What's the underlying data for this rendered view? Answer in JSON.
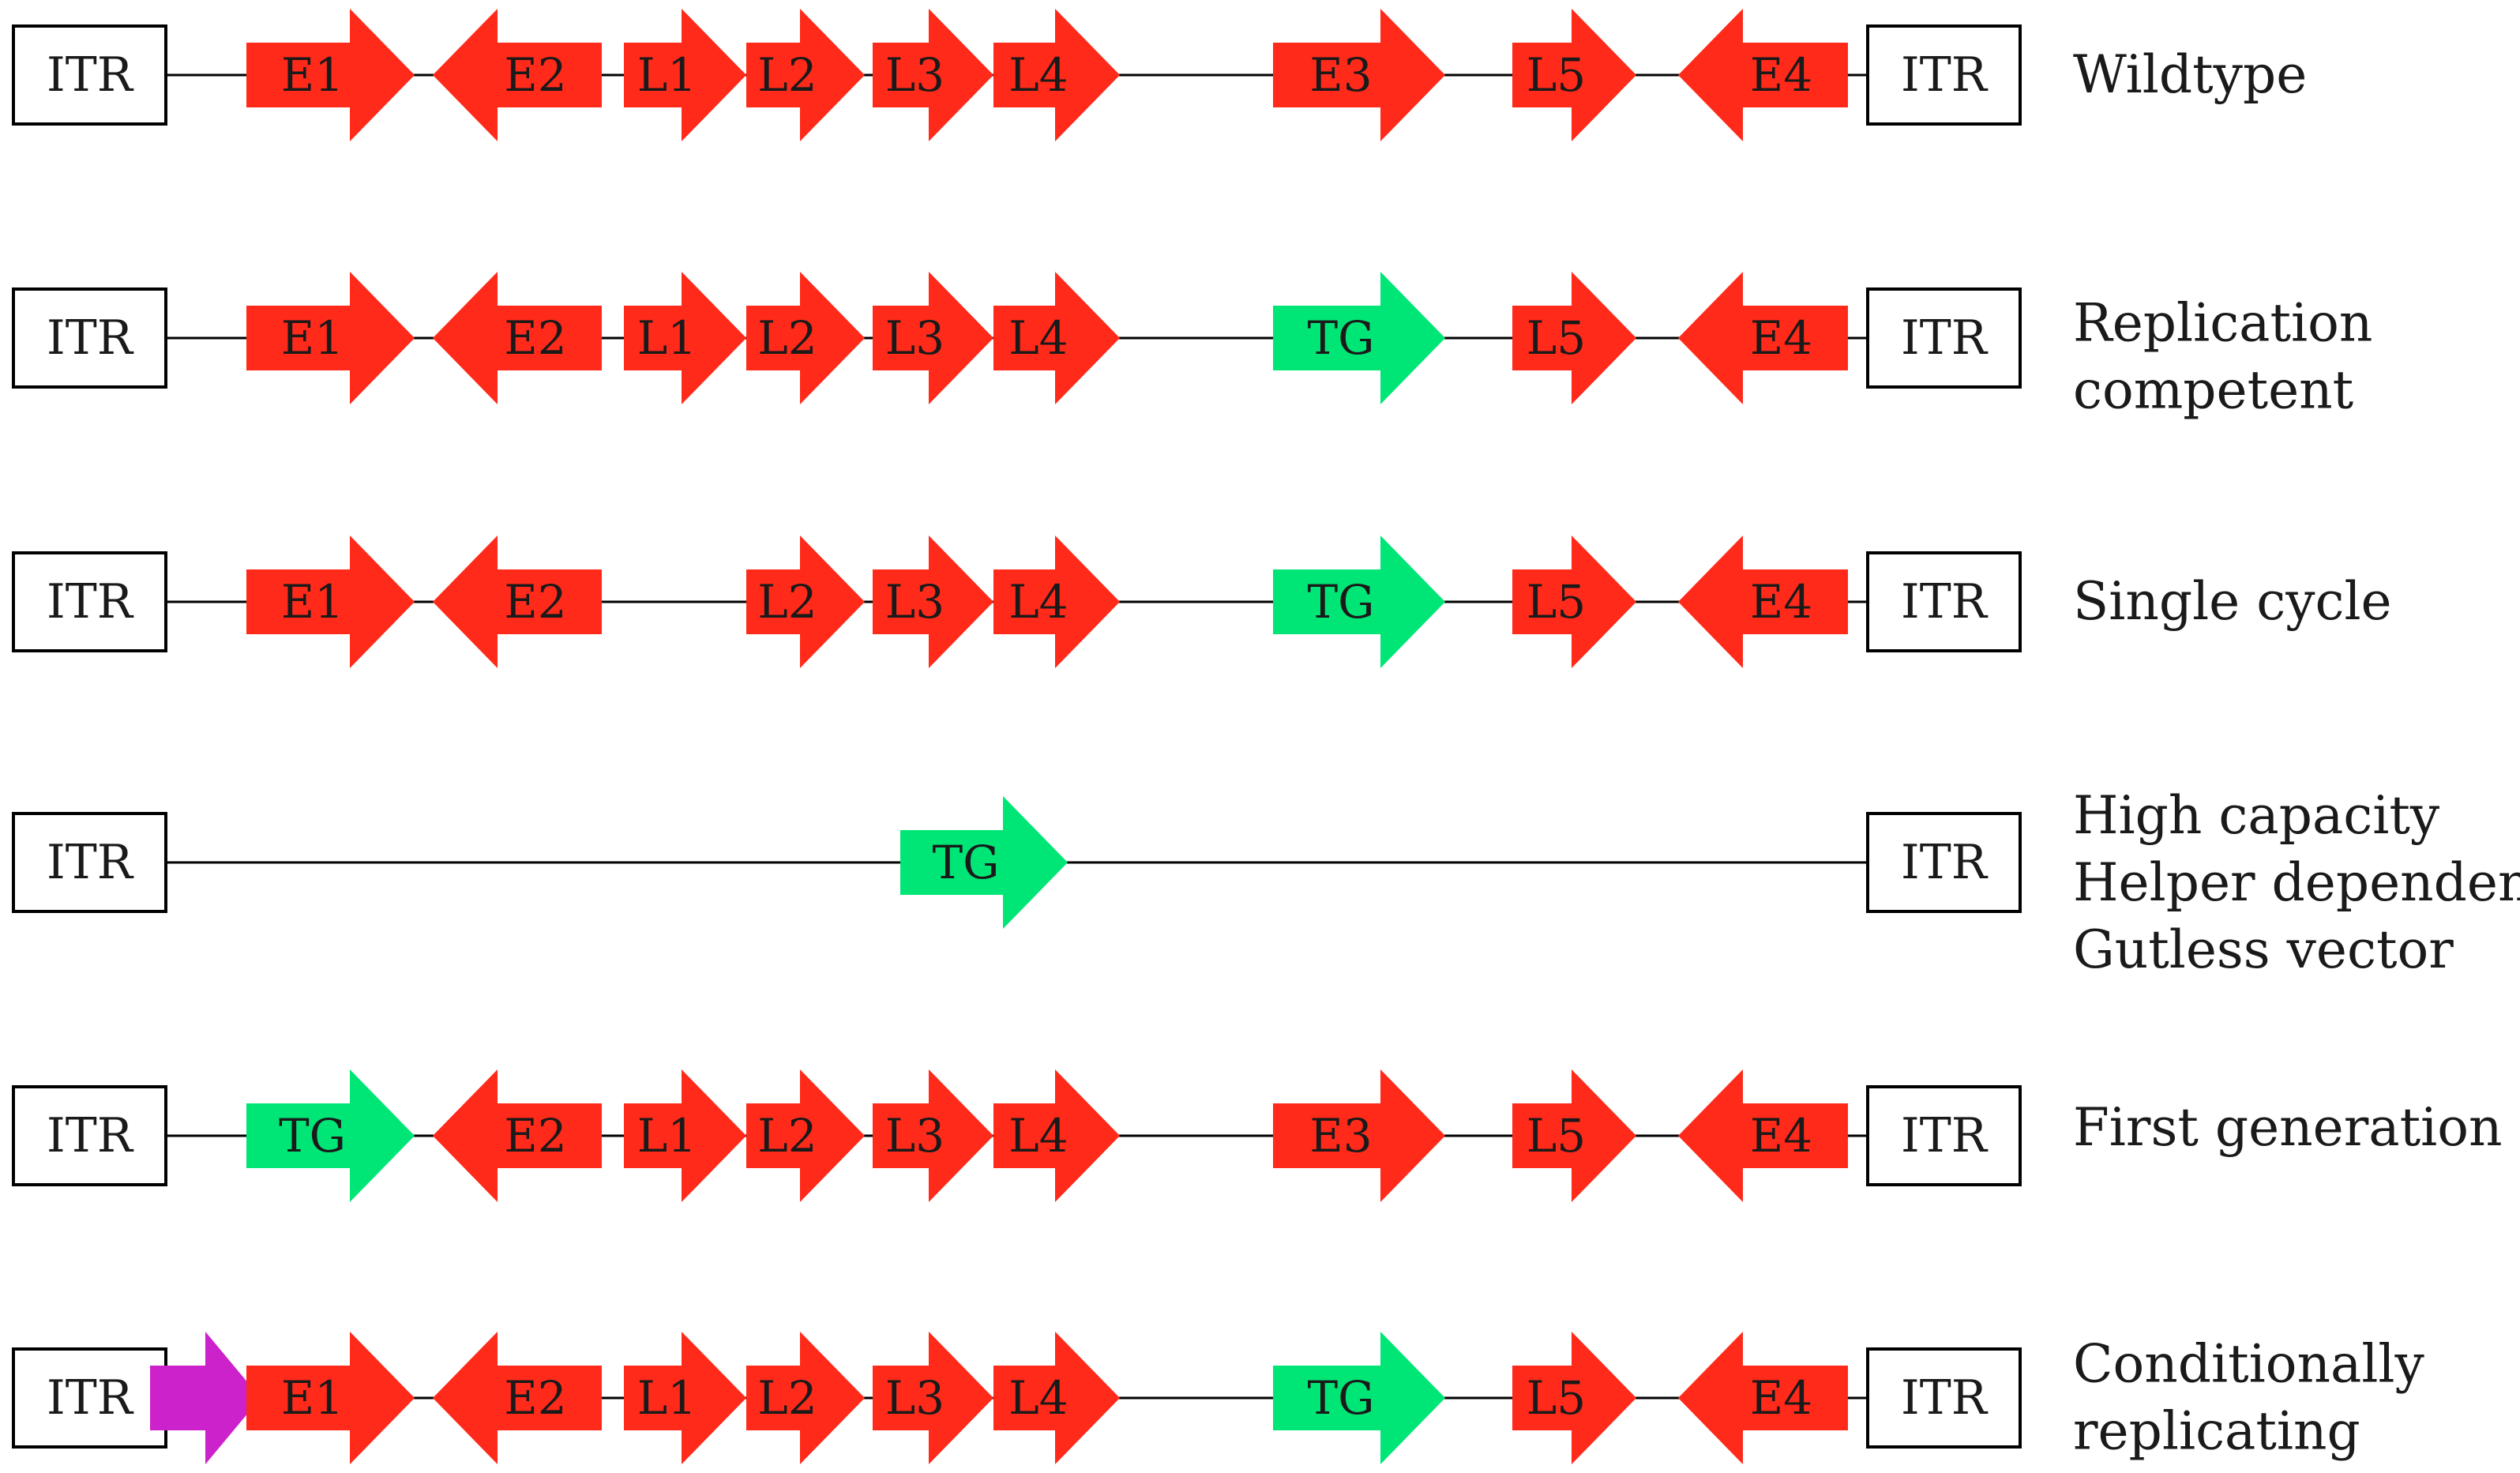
{
  "colors": {
    "essential_gene": "#ff2a1a",
    "transgene": "#00e676",
    "promoter": "#cc22cc",
    "line": "#000000",
    "box_border": "#000000"
  },
  "terminal_label": "ITR",
  "rows": [
    {
      "label_lines": [
        "Wildtype"
      ],
      "elements": [
        {
          "kind": "itr",
          "text": "ITR"
        },
        {
          "kind": "gene",
          "text": "E1",
          "dir": "right",
          "color": "red",
          "slot": "E1"
        },
        {
          "kind": "gene",
          "text": "E2",
          "dir": "left",
          "color": "red",
          "slot": "E2"
        },
        {
          "kind": "gene",
          "text": "L1",
          "dir": "right",
          "color": "red",
          "slot": "L1"
        },
        {
          "kind": "gene",
          "text": "L2",
          "dir": "right",
          "color": "red",
          "slot": "L2"
        },
        {
          "kind": "gene",
          "text": "L3",
          "dir": "right",
          "color": "red",
          "slot": "L3"
        },
        {
          "kind": "gene",
          "text": "L4",
          "dir": "right",
          "color": "red",
          "slot": "L4"
        },
        {
          "kind": "gene",
          "text": "E3",
          "dir": "right",
          "color": "red",
          "slot": "E3"
        },
        {
          "kind": "gene",
          "text": "L5",
          "dir": "right",
          "color": "red",
          "slot": "L5"
        },
        {
          "kind": "gene",
          "text": "E4",
          "dir": "left",
          "color": "red",
          "slot": "E4"
        },
        {
          "kind": "itr",
          "text": "ITR"
        }
      ]
    },
    {
      "label_lines": [
        "Replication",
        "competent"
      ],
      "elements": [
        {
          "kind": "itr",
          "text": "ITR"
        },
        {
          "kind": "gene",
          "text": "E1",
          "dir": "right",
          "color": "red",
          "slot": "E1"
        },
        {
          "kind": "gene",
          "text": "E2",
          "dir": "left",
          "color": "red",
          "slot": "E2"
        },
        {
          "kind": "gene",
          "text": "L1",
          "dir": "right",
          "color": "red",
          "slot": "L1"
        },
        {
          "kind": "gene",
          "text": "L2",
          "dir": "right",
          "color": "red",
          "slot": "L2"
        },
        {
          "kind": "gene",
          "text": "L3",
          "dir": "right",
          "color": "red",
          "slot": "L3"
        },
        {
          "kind": "gene",
          "text": "L4",
          "dir": "right",
          "color": "red",
          "slot": "L4"
        },
        {
          "kind": "gene",
          "text": "TG",
          "dir": "right",
          "color": "green",
          "slot": "E3"
        },
        {
          "kind": "gene",
          "text": "L5",
          "dir": "right",
          "color": "red",
          "slot": "L5"
        },
        {
          "kind": "gene",
          "text": "E4",
          "dir": "left",
          "color": "red",
          "slot": "E4"
        },
        {
          "kind": "itr",
          "text": "ITR"
        }
      ]
    },
    {
      "label_lines": [
        "Single cycle"
      ],
      "elements": [
        {
          "kind": "itr",
          "text": "ITR"
        },
        {
          "kind": "gene",
          "text": "E1",
          "dir": "right",
          "color": "red",
          "slot": "E1"
        },
        {
          "kind": "gene",
          "text": "E2",
          "dir": "left",
          "color": "red",
          "slot": "E2"
        },
        {
          "kind": "gene",
          "text": "L2",
          "dir": "right",
          "color": "red",
          "slot": "L2"
        },
        {
          "kind": "gene",
          "text": "L3",
          "dir": "right",
          "color": "red",
          "slot": "L3"
        },
        {
          "kind": "gene",
          "text": "L4",
          "dir": "right",
          "color": "red",
          "slot": "L4"
        },
        {
          "kind": "gene",
          "text": "TG",
          "dir": "right",
          "color": "green",
          "slot": "E3"
        },
        {
          "kind": "gene",
          "text": "L5",
          "dir": "right",
          "color": "red",
          "slot": "L5"
        },
        {
          "kind": "gene",
          "text": "E4",
          "dir": "left",
          "color": "red",
          "slot": "E4"
        },
        {
          "kind": "itr",
          "text": "ITR"
        }
      ]
    },
    {
      "label_lines": [
        "High capacity",
        "Helper dependent",
        "Gutless vector"
      ],
      "elements": [
        {
          "kind": "itr",
          "text": "ITR"
        },
        {
          "kind": "gene",
          "text": "TG",
          "dir": "right",
          "color": "green",
          "slot": "CENTER"
        },
        {
          "kind": "itr",
          "text": "ITR"
        }
      ]
    },
    {
      "label_lines": [
        "First generation"
      ],
      "elements": [
        {
          "kind": "itr",
          "text": "ITR"
        },
        {
          "kind": "gene",
          "text": "TG",
          "dir": "right",
          "color": "green",
          "slot": "E1"
        },
        {
          "kind": "gene",
          "text": "E2",
          "dir": "left",
          "color": "red",
          "slot": "E2"
        },
        {
          "kind": "gene",
          "text": "L1",
          "dir": "right",
          "color": "red",
          "slot": "L1"
        },
        {
          "kind": "gene",
          "text": "L2",
          "dir": "right",
          "color": "red",
          "slot": "L2"
        },
        {
          "kind": "gene",
          "text": "L3",
          "dir": "right",
          "color": "red",
          "slot": "L3"
        },
        {
          "kind": "gene",
          "text": "L4",
          "dir": "right",
          "color": "red",
          "slot": "L4"
        },
        {
          "kind": "gene",
          "text": "E3",
          "dir": "right",
          "color": "red",
          "slot": "E3"
        },
        {
          "kind": "gene",
          "text": "L5",
          "dir": "right",
          "color": "red",
          "slot": "L5"
        },
        {
          "kind": "gene",
          "text": "E4",
          "dir": "left",
          "color": "red",
          "slot": "E4"
        },
        {
          "kind": "itr",
          "text": "ITR"
        }
      ]
    },
    {
      "label_lines": [
        "Conditionally",
        "replicating"
      ],
      "elements": [
        {
          "kind": "itr",
          "text": "ITR"
        },
        {
          "kind": "promoter",
          "color": "magenta",
          "slot": "PROM"
        },
        {
          "kind": "gene",
          "text": "E1",
          "dir": "right",
          "color": "red",
          "slot": "E1"
        },
        {
          "kind": "gene",
          "text": "E2",
          "dir": "left",
          "color": "red",
          "slot": "E2"
        },
        {
          "kind": "gene",
          "text": "L1",
          "dir": "right",
          "color": "red",
          "slot": "L1"
        },
        {
          "kind": "gene",
          "text": "L2",
          "dir": "right",
          "color": "red",
          "slot": "L2"
        },
        {
          "kind": "gene",
          "text": "L3",
          "dir": "right",
          "color": "red",
          "slot": "L3"
        },
        {
          "kind": "gene",
          "text": "L4",
          "dir": "right",
          "color": "red",
          "slot": "L4"
        },
        {
          "kind": "gene",
          "text": "TG",
          "dir": "right",
          "color": "green",
          "slot": "E3"
        },
        {
          "kind": "gene",
          "text": "L5",
          "dir": "right",
          "color": "red",
          "slot": "L5"
        },
        {
          "kind": "gene",
          "text": "E4",
          "dir": "left",
          "color": "red",
          "slot": "E4"
        },
        {
          "kind": "itr",
          "text": "ITR"
        }
      ]
    }
  ]
}
